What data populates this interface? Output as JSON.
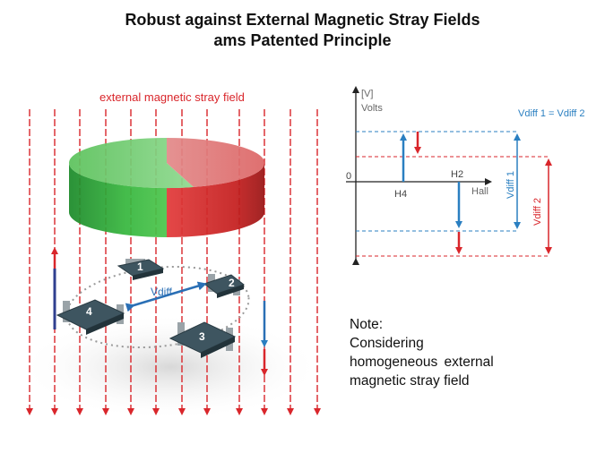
{
  "slide": {
    "title_line1": "Robust against External Magnetic Stray Fields",
    "title_line2": "ams Patented Principle"
  },
  "illustration": {
    "field_label": "external magnetic stray field",
    "vdiff_label": "Vdiff",
    "sensors": [
      "1",
      "2",
      "3",
      "4"
    ],
    "colors": {
      "field": "#d9262b",
      "magnet_green": "#3bb54a",
      "magnet_red": "#d32b2b",
      "vdiff_arrow": "#2a6fb5"
    }
  },
  "graph": {
    "y_unit": "[V]",
    "y_label": "Volts",
    "x_label": "Hall",
    "origin": "0",
    "h4_label": "H4",
    "h2_label": "H2",
    "equation": "Vdiff 1 = Vdiff 2",
    "vdiff1_label": "Vdiff 1",
    "vdiff2_label": "Vdiff 2",
    "colors": {
      "blue": "#2a7fc1",
      "red": "#d9262b"
    }
  },
  "note": {
    "line1": "Note:",
    "line2": "Considering",
    "line3": "homogeneous external",
    "line4": "magnetic stray field"
  }
}
